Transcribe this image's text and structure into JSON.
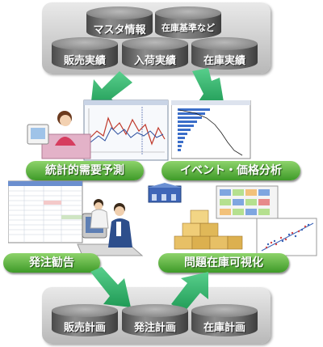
{
  "top_databases": [
    "マスタ情報",
    "在庫基準など",
    "販売実績",
    "入荷実績",
    "在庫実績"
  ],
  "processes": [
    "統計的需要予測",
    "イベント・価格分析",
    "発注勧告",
    "問題在庫可視化"
  ],
  "bottom_databases": [
    "販売計画",
    "発注計画",
    "在庫計画"
  ],
  "colors": {
    "arrow": "#2fae6a",
    "pill": "#5db83d",
    "panel": "#c8c8c8"
  }
}
